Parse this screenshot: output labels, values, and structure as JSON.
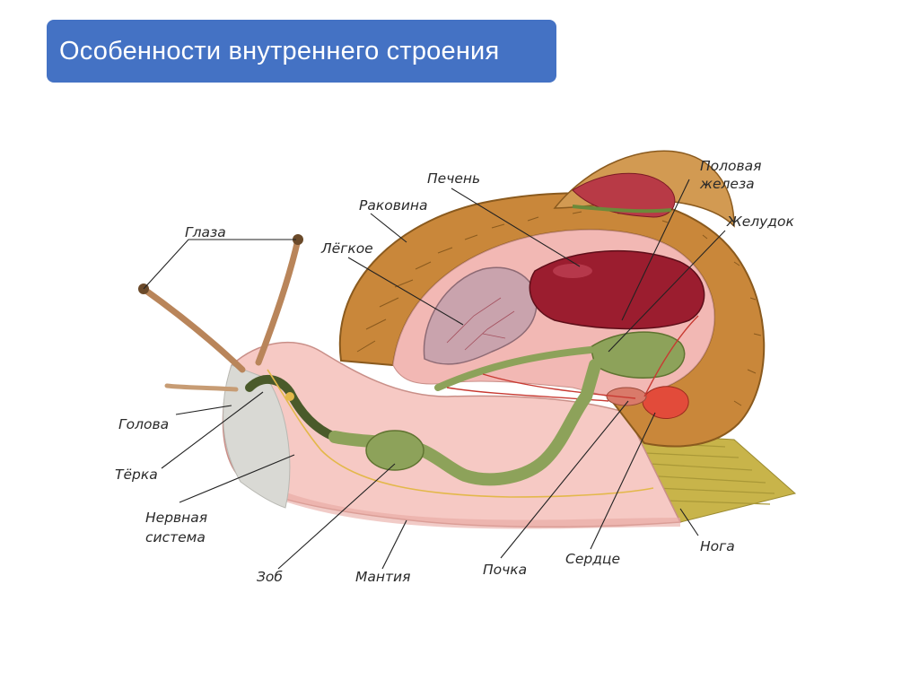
{
  "slide": {
    "title": "Особенности внутреннего строения"
  },
  "diagram": {
    "labels": {
      "eyes": "Глаза",
      "shell": "Раковина",
      "liver": "Печень",
      "gonad_line1": "Половая",
      "gonad_line2": "железа",
      "stomach": "Желудок",
      "lung": "Лёгкое",
      "head": "Голова",
      "radula": "Тёрка",
      "nervous_line1": "Нервная",
      "nervous_line2": "система",
      "crop": "Зоб",
      "mantle": "Мантия",
      "kidney": "Почка",
      "heart": "Сердце",
      "foot": "Нога"
    },
    "colors": {
      "shell": "#c9873a",
      "shell_dark": "#8a5a1e",
      "body": "#f6c9c4",
      "body_dark": "#e8a9a2",
      "liver": "#9b1d2f",
      "digestive": "#8da25a",
      "lung": "#c9a3ad",
      "foot_sole": "#c8b44a",
      "head_gray": "#d9d9d4",
      "title_bg": "#4472c4"
    }
  }
}
